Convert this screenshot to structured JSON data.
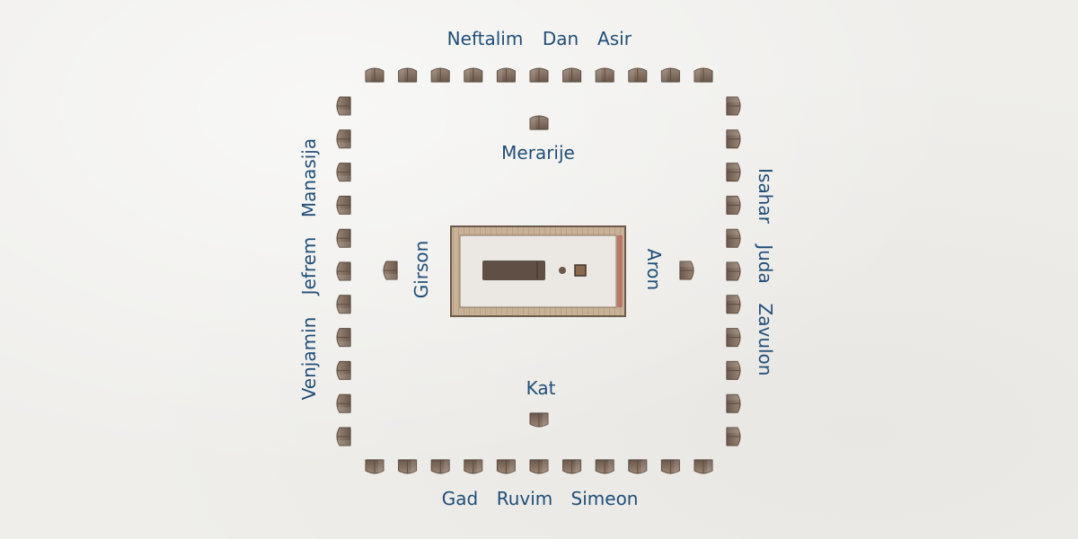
{
  "tribes": {
    "north": [
      "Neftalim",
      "Dan",
      "Asir"
    ],
    "west": [
      "Manasija",
      "Jefrem",
      "Venjamin"
    ],
    "east": [
      "Isahar",
      "Juda",
      "Zavulon"
    ],
    "south": [
      "Gad",
      "Ruvim",
      "Simeon"
    ]
  },
  "levites": {
    "north": "Merarije",
    "west": "Girson",
    "east": "Aron",
    "south": "Kat"
  },
  "colors": {
    "label": "#1f4e79",
    "tent": "#7d6a5c",
    "tent_dark": "#5a4a3e",
    "tabernacle_wall": "#c9b39a",
    "tabernacle_inner": "#ebe8e3"
  }
}
